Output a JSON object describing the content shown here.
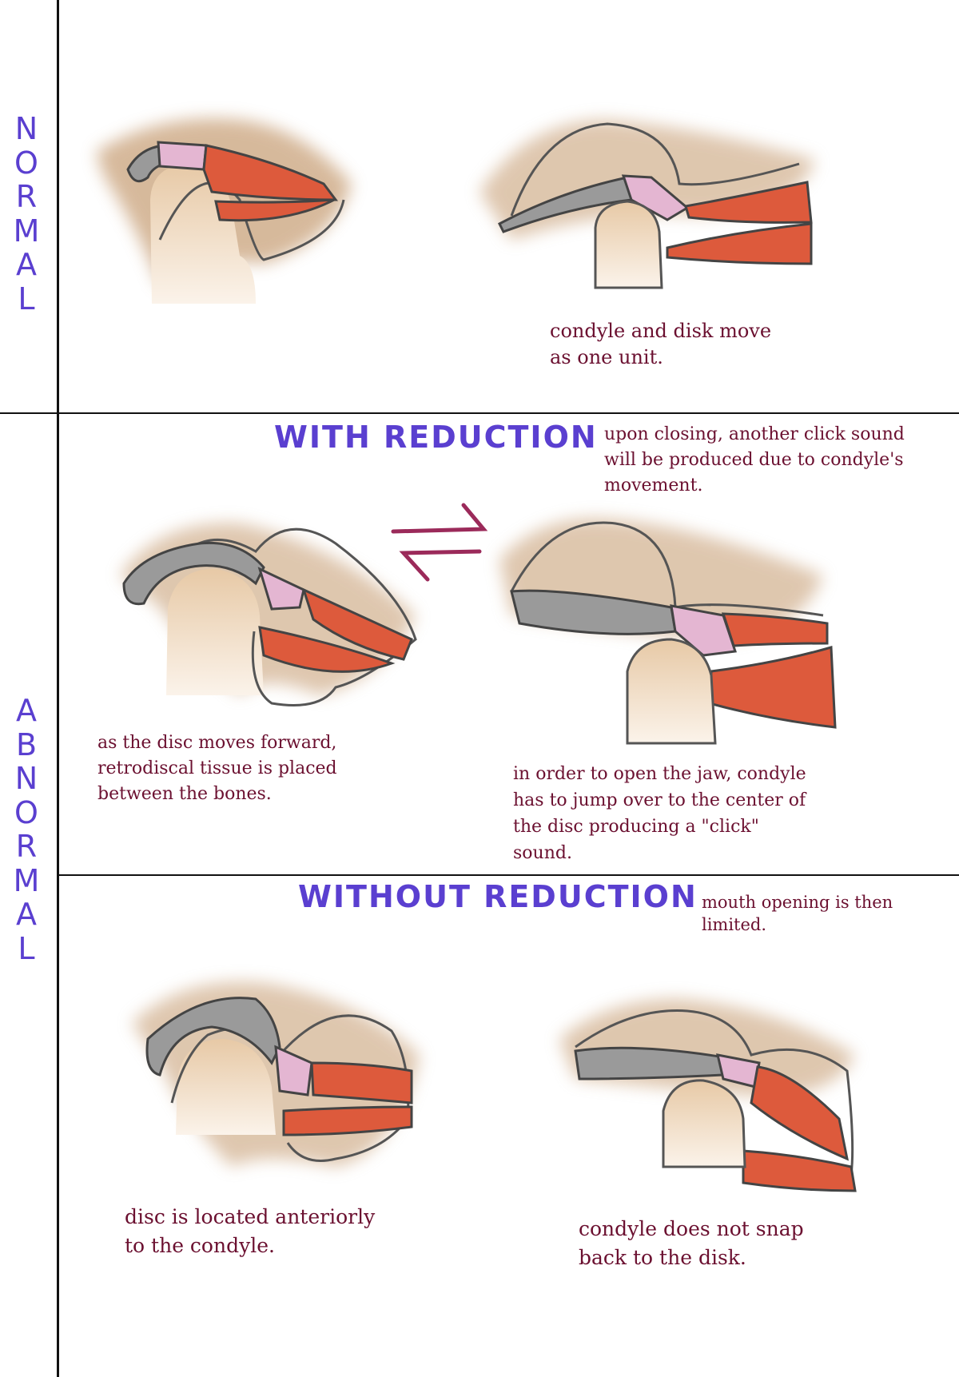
{
  "section_labels": {
    "normal": [
      "N",
      "O",
      "R",
      "M",
      "A",
      "L"
    ],
    "abnormal": [
      "A",
      "B",
      "N",
      "O",
      "R",
      "M",
      "A",
      "L"
    ]
  },
  "headings": {
    "with_reduction": "WITH REDUCTION",
    "without_reduction": "WITHOUT REDUCTION"
  },
  "notes": {
    "normal_open": [
      "condyle and disk move",
      "as one unit."
    ],
    "closing_click": [
      "upon closing, another click sound",
      "will be produced due to condyle's",
      "movement."
    ],
    "disc_forward": [
      "as the disc moves forward,",
      "retrodiscal tissue is placed",
      "between the bones."
    ],
    "open_click": [
      "in order to open the jaw, condyle",
      "has to jump over to the center of",
      "the disc producing a \"click\"",
      "sound."
    ],
    "mouth_limited": [
      "mouth opening is then",
      "limited."
    ],
    "disc_anterior": [
      "disc is located anteriorly",
      "to the condyle."
    ],
    "no_snap": [
      "condyle does not snap",
      "back to the disk."
    ]
  },
  "colors": {
    "label": "#5a3fd0",
    "note": "#6b1030",
    "bone_shadow": "#c9a27a",
    "disc": "#9a9a9a",
    "disc_center": "#e4b6d2",
    "tissue": "#dd5a3c",
    "arrow": "#9b2a5a"
  }
}
